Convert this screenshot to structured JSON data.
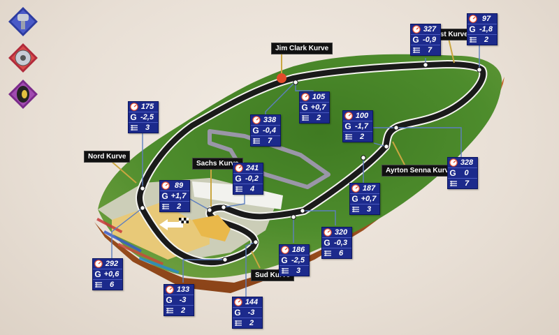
{
  "corners": [
    {
      "name": "Jim Clark Kurve"
    },
    {
      "name": "Ost Kurve"
    },
    {
      "name": "Nord Kurve"
    },
    {
      "name": "Sachs Kurve"
    },
    {
      "name": "Ayrton Senna Kurve"
    },
    {
      "name": "Sud Kurve"
    }
  ],
  "points": [
    {
      "speed": "327",
      "g": "-0,9",
      "gear": "7"
    },
    {
      "speed": "97",
      "g": "-1,8",
      "gear": "2"
    },
    {
      "speed": "105",
      "g": "+0,7",
      "gear": "2"
    },
    {
      "speed": "338",
      "g": "-0,4",
      "gear": "7"
    },
    {
      "speed": "100",
      "g": "-1,7",
      "gear": "2"
    },
    {
      "speed": "175",
      "g": "-2,5",
      "gear": "3"
    },
    {
      "speed": "241",
      "g": "-0,2",
      "gear": "4"
    },
    {
      "speed": "89",
      "g": "+1,7",
      "gear": "2"
    },
    {
      "speed": "328",
      "g": "0",
      "gear": "7"
    },
    {
      "speed": "187",
      "g": "+0,7",
      "gear": "3"
    },
    {
      "speed": "320",
      "g": "-0,3",
      "gear": "6"
    },
    {
      "speed": "186",
      "g": "-2,5",
      "gear": "3"
    },
    {
      "speed": "292",
      "g": "+0,6",
      "gear": "6"
    },
    {
      "speed": "133",
      "g": "-3",
      "gear": "2"
    },
    {
      "speed": "144",
      "g": "-3",
      "gear": "2"
    }
  ],
  "sidebar": [
    {
      "icon": "piston-icon"
    },
    {
      "icon": "brake-disc-icon"
    },
    {
      "icon": "tire-icon"
    }
  ],
  "colors": {
    "badge": "#1c2a8c",
    "track": "#1a1a1a",
    "grass": "#4f8a2c",
    "label": "#111111",
    "accent": "#e34b2a"
  }
}
